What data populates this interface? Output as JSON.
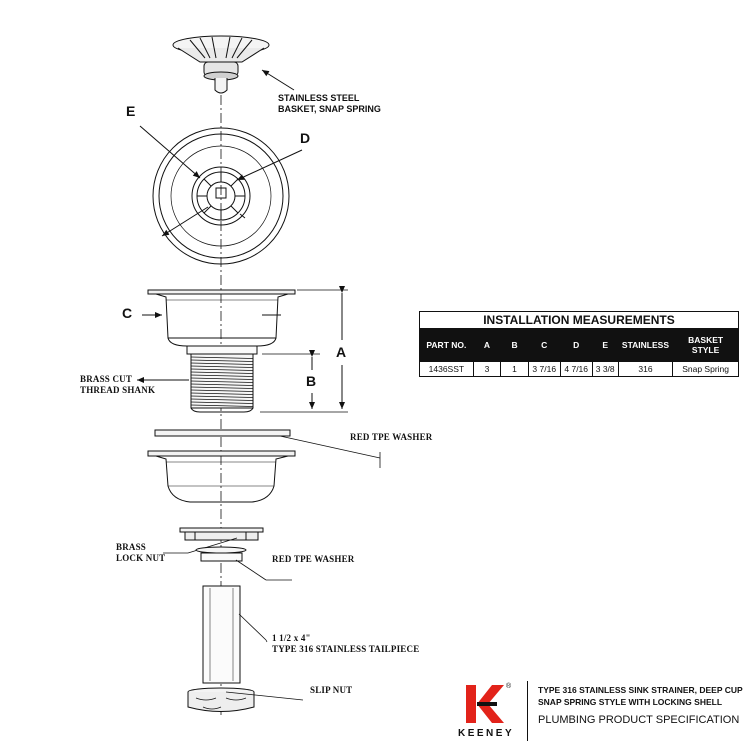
{
  "labels": {
    "basket": [
      "STAINLESS STEEL",
      "BASKET, SNAP SPRING"
    ],
    "shank": [
      "BRASS CUT",
      "THREAD SHANK"
    ],
    "washer_top": "RED TPE WASHER",
    "locknut": [
      "BRASS",
      "LOCK NUT"
    ],
    "washer_bottom": "RED TPE WASHER",
    "tailpiece": [
      "1 1/2 x 4\"",
      "TYPE 316 STAINLESS TAILPIECE"
    ],
    "slipnut": "SLIP NUT"
  },
  "dimension_letters": {
    "a": "A",
    "b": "B",
    "c": "C",
    "d": "D",
    "e": "E"
  },
  "table": {
    "title": "INSTALLATION MEASUREMENTS",
    "headers": [
      "PART NO.",
      "A",
      "B",
      "C",
      "D",
      "E",
      "STAINLESS",
      "BASKET STYLE"
    ],
    "rows": [
      [
        "1436SST",
        "3",
        "1",
        "3 7/16",
        "4 7/16",
        "3 3/8",
        "316",
        "Snap Spring"
      ]
    ]
  },
  "footer": {
    "logo_letter": "K",
    "brand": "KEENEY",
    "registered_mark": "®",
    "title_line1": "TYPE 316 STAINLESS SINK STRAINER, DEEP CUP",
    "title_line2": "SNAP SPRING STYLE WITH LOCKING SHELL",
    "subtitle": "PLUMBING PRODUCT SPECIFICATION",
    "logo_color": "#e2231a"
  }
}
